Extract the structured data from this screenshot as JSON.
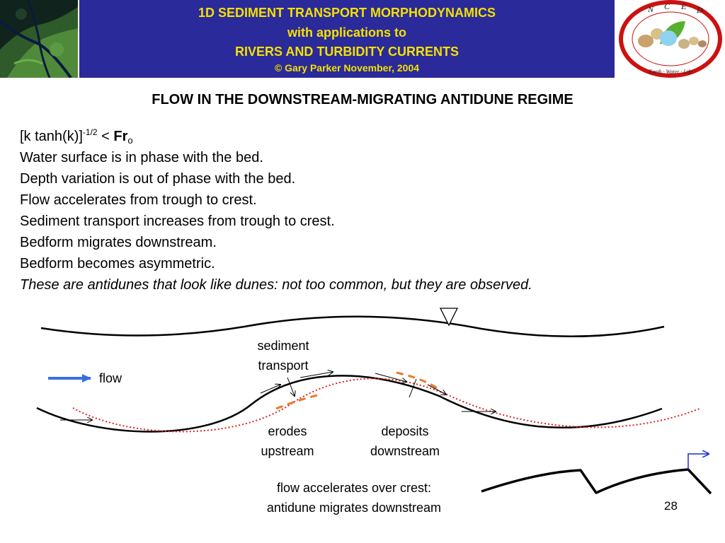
{
  "header": {
    "title_line1": "1D SEDIMENT TRANSPORT MORPHODYNAMICS",
    "title_line2": "with applications to",
    "title_line3": "RIVERS AND TURBIDITY CURRENTS",
    "copyright": "© Gary Parker November, 2004",
    "colors": {
      "band": "#2a2a9a",
      "title_text": "#f5e000"
    },
    "logo": {
      "icon": "nced-logo-icon",
      "letters": [
        "N",
        "C",
        "E",
        "D"
      ],
      "bottom_text": "Earth · Water · Life",
      "ring_color": "#cc1111"
    },
    "photo": {
      "icon": "satellite-delta-photo-icon"
    }
  },
  "slide": {
    "title": "FLOW IN THE DOWNSTREAM-MIGRATING ANTIDUNE REGIME",
    "condition": {
      "lhs": "[k tanh(k)]",
      "exponent": "-1/2",
      "relation": " < ",
      "symbol": "Fr",
      "subscript": "o"
    },
    "lines": [
      "Water surface is in phase with the bed.",
      "Depth variation is out of phase with the bed.",
      "Flow accelerates from trough to crest.",
      "Sediment transport increases from trough to crest.",
      "Bedform migrates downstream.",
      "Bedform becomes asymmetric."
    ],
    "italic_line": "These are antidunes that look like dunes: not too common, but they are observed."
  },
  "diagram": {
    "flow_label": "flow",
    "sediment_transport_label_line1": "sediment",
    "sediment_transport_label_line2": "transport",
    "erodes_line1": "erodes",
    "erodes_line2": "upstream",
    "deposits_line1": "deposits",
    "deposits_line2": "downstream",
    "caption_line1": "flow accelerates over crest:",
    "caption_line2": "antidune migrates downstream",
    "colors": {
      "flow_arrow": "#3a6fe0",
      "future_bed": "#e02020",
      "erosion_deposition": "#f07820",
      "migration_arrow": "#1a2ad0"
    },
    "icons": {
      "water_surface_marker": "inverted-triangle-icon",
      "flow_arrow": "arrow-right-icon"
    }
  },
  "page_number": "28"
}
